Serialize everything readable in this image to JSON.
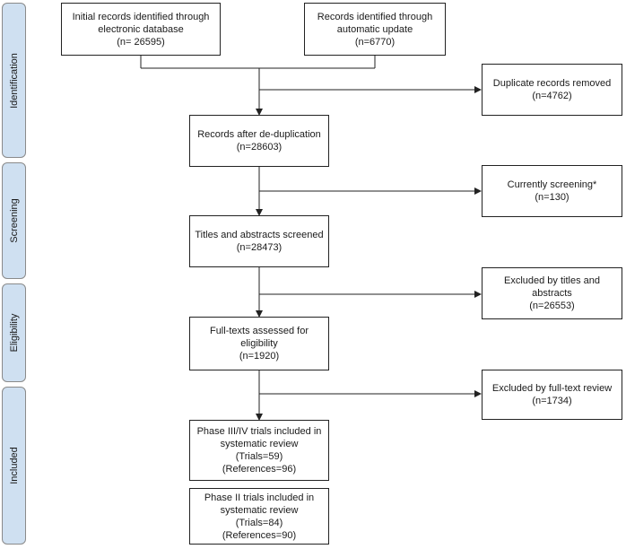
{
  "phases": {
    "identification": "Identification",
    "screening": "Screening",
    "eligibility": "Eligibility",
    "included": "Included"
  },
  "boxes": {
    "initial": [
      "Initial records identified through",
      "electronic database",
      "(n= 26595)"
    ],
    "automatic": [
      "Records identified through",
      "automatic update",
      "(n=6770)"
    ],
    "duplicates": [
      "Duplicate records removed",
      "(n=4762)"
    ],
    "dedup": [
      "Records after de-duplication",
      "(n=28603)"
    ],
    "currently": [
      "Currently screening*",
      "(n=130)"
    ],
    "titles": [
      "Titles and abstracts screened",
      "(n=28473)"
    ],
    "excluded_titles": [
      "Excluded by titles and",
      "abstracts",
      "(n=26553)"
    ],
    "fulltext": [
      "Full-texts assessed for",
      "eligibility",
      "(n=1920)"
    ],
    "excluded_full": [
      "Excluded by full-text review",
      "(n=1734)"
    ],
    "phase34": [
      "Phase III/IV trials included in",
      "systematic review",
      "(Trials=59)",
      "(References=96)"
    ],
    "phase2": [
      "Phase II trials included in",
      "systematic review",
      "(Trials=84)",
      "(References=90)"
    ]
  }
}
